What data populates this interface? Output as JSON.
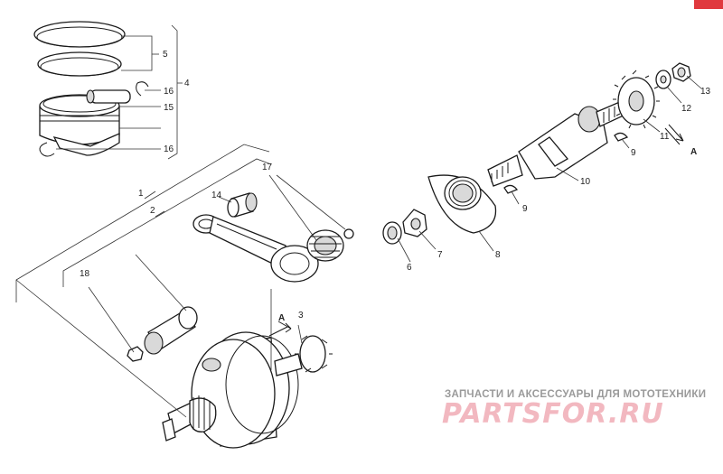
{
  "diagram": {
    "callouts": {
      "c1": "1",
      "c2": "2",
      "c3": "3",
      "c4": "4",
      "c5": "5",
      "c6": "6",
      "c7": "7",
      "c8": "8",
      "c9a": "9",
      "c9b": "9",
      "c10": "10",
      "c11": "11",
      "c12": "12",
      "c13": "13",
      "c14": "14",
      "c15": "15",
      "c16a": "16",
      "c16b": "16",
      "c17": "17",
      "c18": "18"
    },
    "view_marker_1": "A",
    "view_marker_2": "A"
  },
  "watermark": {
    "tagline": "ЗАПЧАСТИ И АКСЕССУАРЫ ДЛЯ МОТОТЕХНИКИ",
    "logo": "PARTSFOR.RU"
  },
  "colors": {
    "line": "#1a1a1a",
    "logo": "#f2b8c0",
    "tagline": "#9a9a9a",
    "corner_tab": "#e0393e"
  }
}
